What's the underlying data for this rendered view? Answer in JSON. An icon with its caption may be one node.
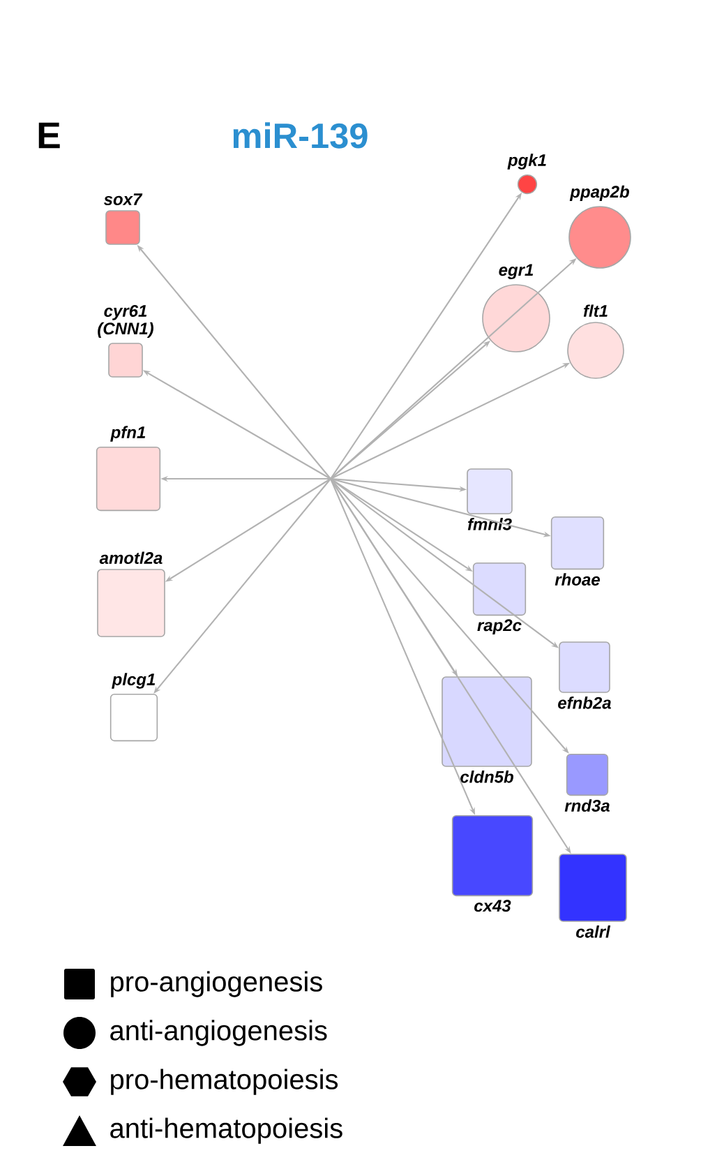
{
  "diagram": {
    "title": "miR-139",
    "nodes": [
      {
        "text": [
          "sox7"
        ]
      },
      {
        "text": [
          "cyr61 (CNN1)"
        ]
      },
      {
        "text": [
          "pfn1"
        ]
      },
      {
        "text": [
          "amotl2a"
        ]
      },
      {
        "text": [
          "plcg1"
        ]
      },
      {
        "text": [
          "pgk1"
        ]
      },
      {
        "text": [
          "ppap2b"
        ]
      },
      {
        "text": [
          "egr1"
        ]
      },
      {
        "text": [
          "flt1"
        ]
      },
      {
        "text": [
          "fmnl3"
        ]
      },
      {
        "text": [
          "rhoae"
        ]
      },
      {
        "text": [
          "rap2c"
        ]
      },
      {
        "text": [
          "efnb2a"
        ]
      },
      {
        "text": [
          "cldn5b"
        ]
      },
      {
        "text": [
          "rnd3a"
        ]
      },
      {
        "text": [
          "cx43"
        ]
      },
      {
        "text": [
          "calrl"
        ]
      }
    ],
    "edges": [
      {
        "from": null,
        "to": 0,
        "arrow": "to"
      },
      {
        "from": null,
        "to": 1,
        "arrow": "to"
      },
      {
        "from": null,
        "to": 2,
        "arrow": "to"
      },
      {
        "from": null,
        "to": 3,
        "arrow": "to"
      },
      {
        "from": null,
        "to": 4,
        "arrow": "to"
      },
      {
        "from": null,
        "to": 5,
        "arrow": "to"
      },
      {
        "from": null,
        "to": 6,
        "arrow": "to"
      },
      {
        "from": null,
        "to": 7,
        "arrow": "to"
      },
      {
        "from": null,
        "to": 8,
        "arrow": "to"
      },
      {
        "from": null,
        "to": 9,
        "arrow": "to"
      },
      {
        "from": null,
        "to": 10,
        "arrow": "to"
      },
      {
        "from": null,
        "to": 11,
        "arrow": "to"
      },
      {
        "from": null,
        "to": 12,
        "arrow": "to"
      },
      {
        "from": null,
        "to": 13,
        "arrow": "to"
      },
      {
        "from": null,
        "to": 14,
        "arrow": "to"
      },
      {
        "from": null,
        "to": 15,
        "arrow": "to"
      },
      {
        "from": null,
        "to": 16,
        "arrow": "to"
      }
    ],
    "labels": [
      "E"
    ],
    "legend": [
      {
        "text": "pro-angiogenesis"
      },
      {
        "text": "anti-angiogenesis"
      },
      {
        "text": "pro-hematopoiesis"
      },
      {
        "text": "anti-hematopoiesis"
      }
    ]
  }
}
